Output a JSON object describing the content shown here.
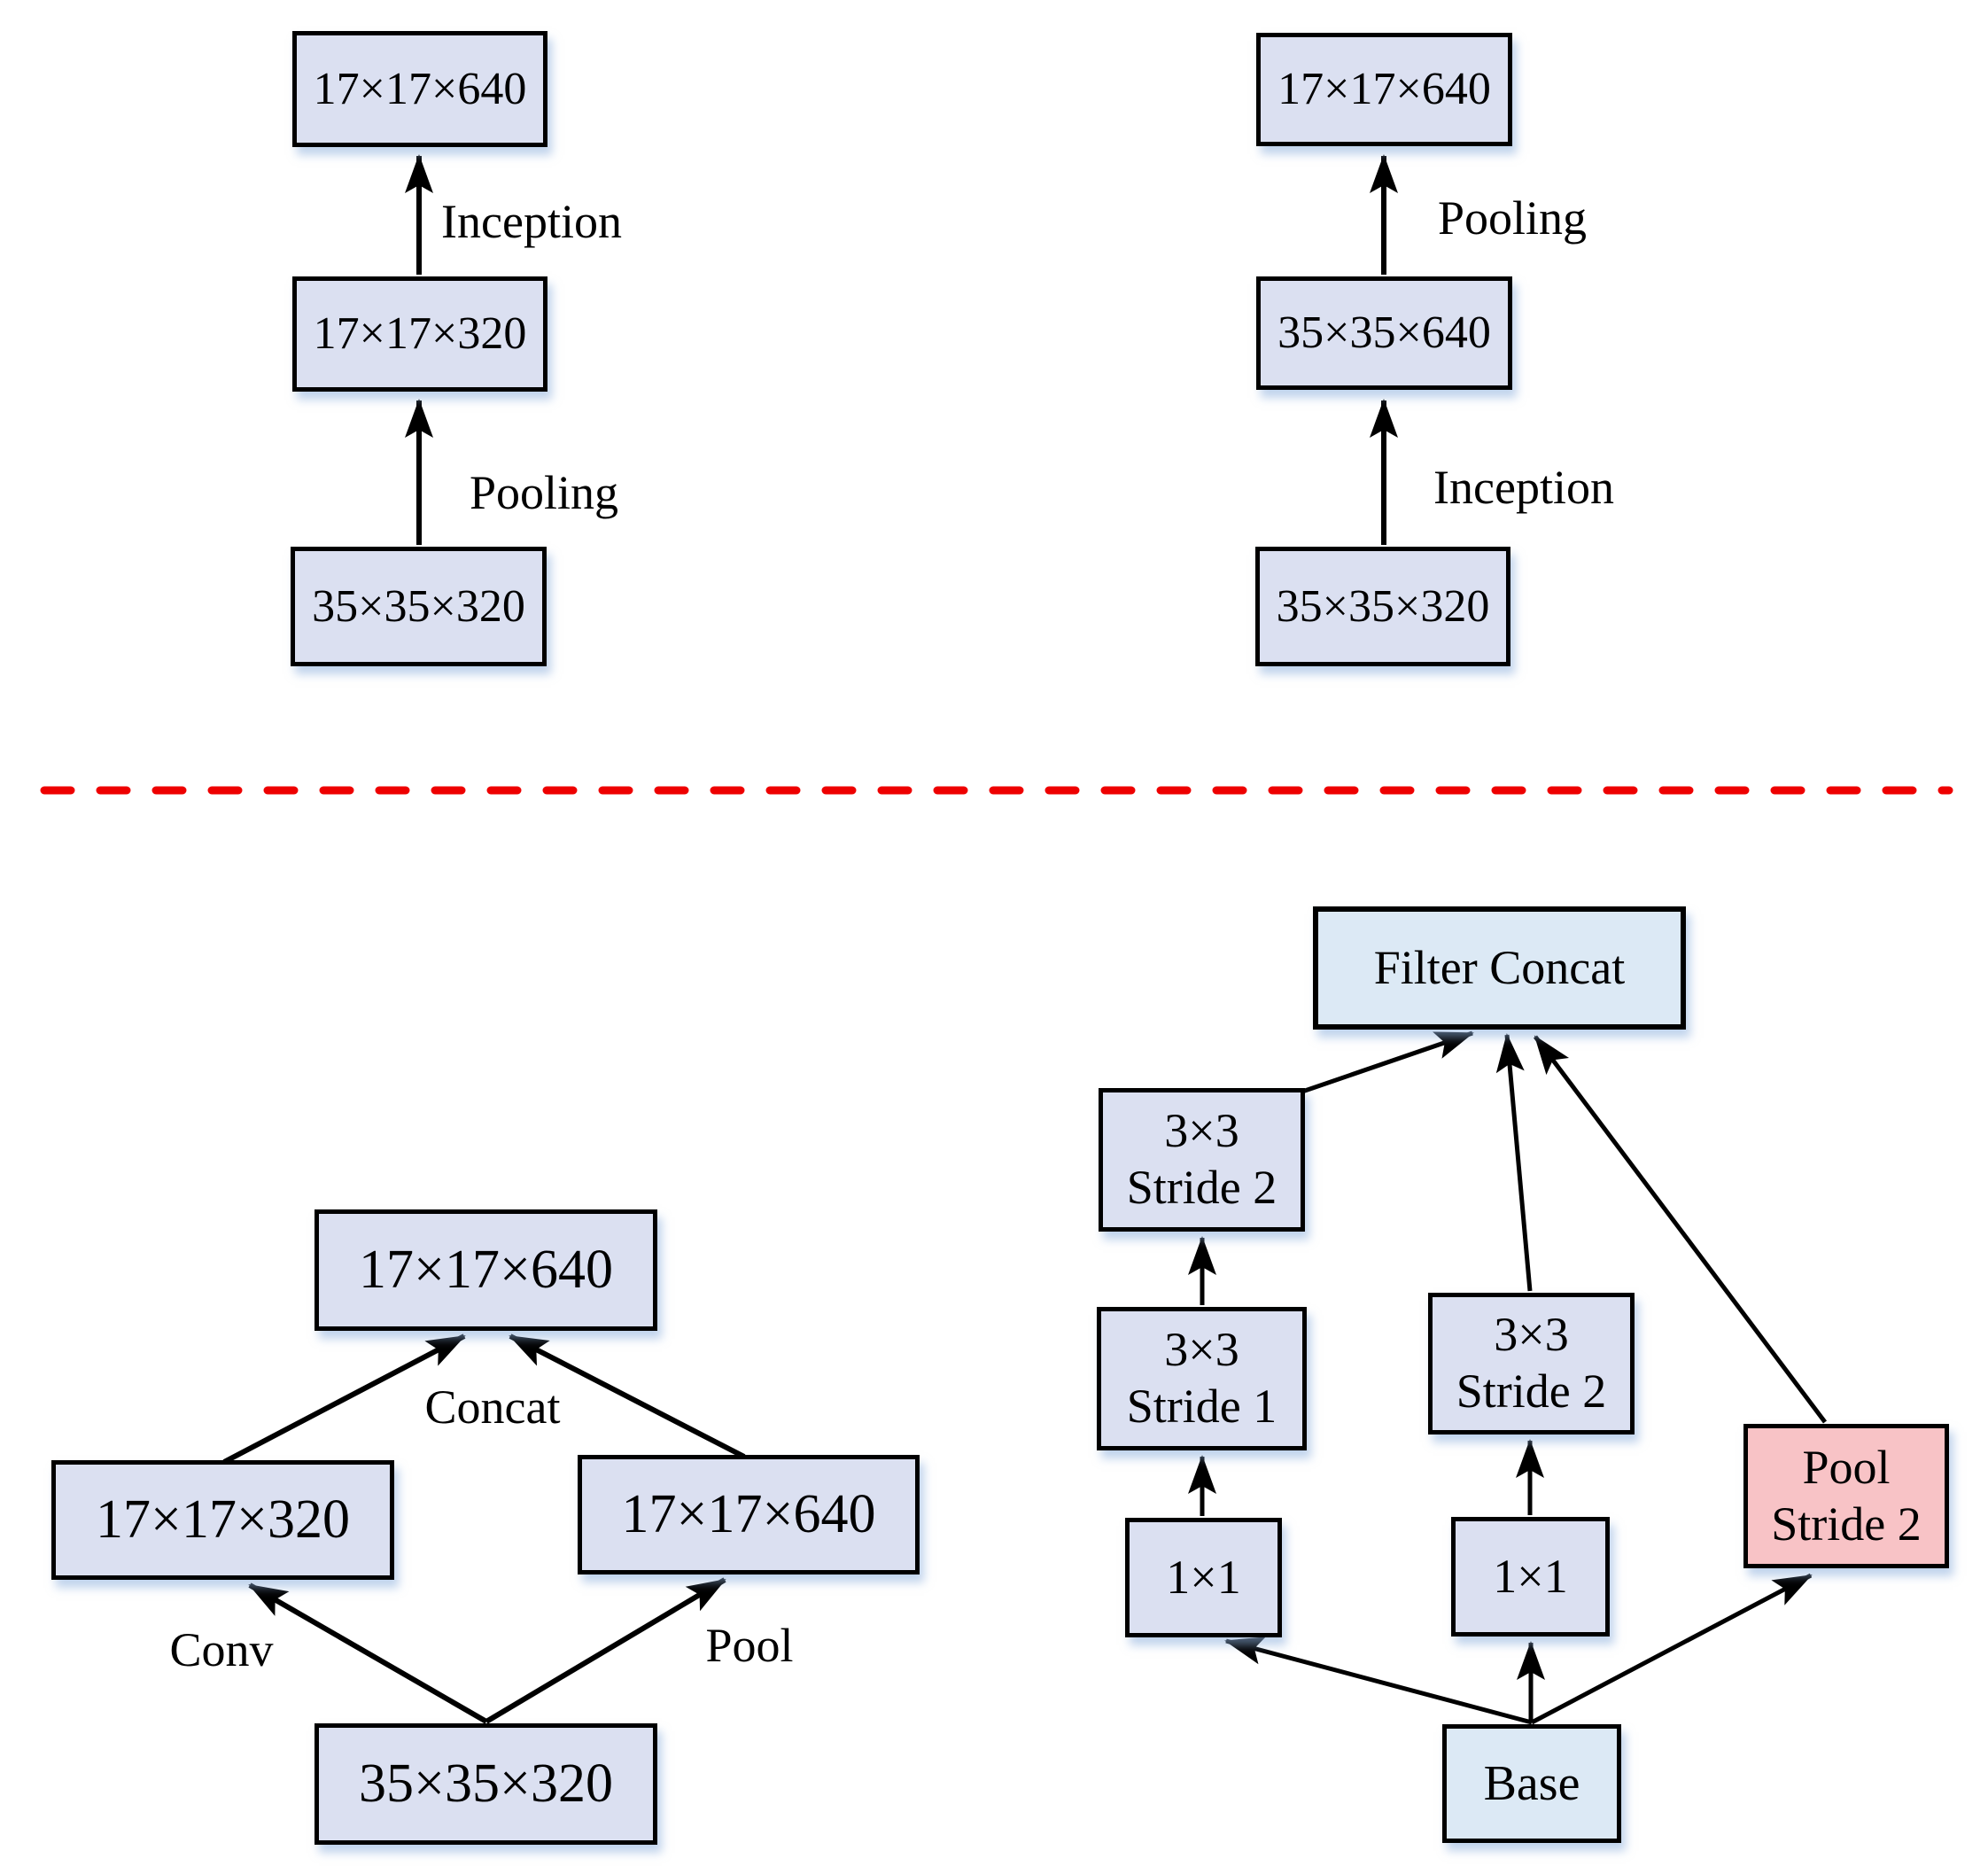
{
  "figure": {
    "description_colors": {
      "box_fill_lavender": "#dbe0f1",
      "box_fill_lightblue": "#dce9f5",
      "box_fill_pink": "#f8c3c6",
      "box_border": "#000000",
      "connector": "#000000",
      "divider_red": "#ee0000"
    }
  },
  "top_left": {
    "box_top": "17×17×640",
    "box_mid": "17×17×320",
    "box_bottom": "35×35×320",
    "edge_top": "Inception",
    "edge_bottom": "Pooling"
  },
  "top_right": {
    "box_top": "17×17×640",
    "box_mid": "35×35×640",
    "box_bottom": "35×35×320",
    "edge_top": "Pooling",
    "edge_bottom": "Inception"
  },
  "bottom_left": {
    "box_top": "17×17×640",
    "box_left": "17×17×320",
    "box_right": "17×17×640",
    "box_bottom": "35×35×320",
    "edge_concat": "Concat",
    "edge_conv": "Conv",
    "edge_pool": "Pool"
  },
  "bottom_right": {
    "filter_concat": "Filter Concat",
    "left_branch": {
      "top": {
        "line1": "3×3",
        "line2": "Stride 2"
      },
      "mid": {
        "line1": "3×3",
        "line2": "Stride 1"
      },
      "bottom": "1×1"
    },
    "middle_branch": {
      "top": {
        "line1": "3×3",
        "line2": "Stride 2"
      },
      "bottom": "1×1"
    },
    "pool": {
      "line1": "Pool",
      "line2": "Stride 2"
    },
    "base": "Base"
  }
}
